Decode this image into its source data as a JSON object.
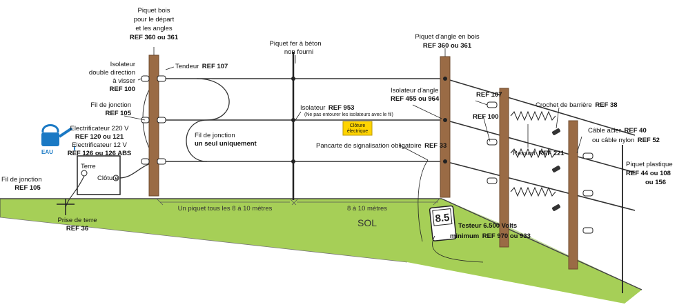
{
  "colors": {
    "ground": "#a6cf57",
    "ground_dark": "#8bbb3f",
    "post": "#9a6b45",
    "post_edge": "#6e4a2c",
    "wire": "#333333",
    "water": "#1a79c4",
    "sign": "#ffd400"
  },
  "icons": [
    "watering-can-icon",
    "tester-icon",
    "ground-rod-icon",
    "spring-icon",
    "insulator-icon"
  ],
  "labels": {
    "piquet_bois": [
      "Piquet bois",
      "pour le départ",
      "et les angles"
    ],
    "piquet_bois_ref": "REF 360 ou 361",
    "piquet_fer": "Piquet fer à béton",
    "non_fourni": "non fourni",
    "piquet_angle": "Piquet d'angle en bois",
    "piquet_angle_ref": "REF 360 ou 361",
    "isolateur_double": [
      "Isolateur",
      "double direction",
      "à visser"
    ],
    "isolateur_double_ref": "REF 100",
    "tendeur": "Tendeur",
    "tendeur_ref": "REF 107",
    "fil_jonction": "Fil de jonction",
    "fil_jonction_ref": "REF 105",
    "electrificateur_220": "Electrificateur 220 V",
    "electrificateur_220_ref": "REF 120 ou 121",
    "electrificateur_12": "Electrificateur 12 V",
    "electrificateur_12_ref": "REF 126 ou 126 ABS",
    "eau": "EAU",
    "terre": "Terre",
    "cloture": "Clôture",
    "fil_jonction_left": "Fil de jonction",
    "fil_jonction_left_ref": "REF 105",
    "prise_terre": "Prise de terre",
    "prise_terre_ref": "REF 36",
    "fil_jonction_mid": "Fil de jonction",
    "un_seul": "un seul uniquement",
    "isolateur_953": "Isolateur",
    "isolateur_953_ref": "REF 953",
    "ne_pas": "(Ne pas entourer les isolateurs avec le fil)",
    "sign_line1": "Clôture",
    "sign_line2": "électrique",
    "pancarte": "Pancarte de signalisation obligatoire",
    "pancarte_ref": "REF 33",
    "isolateur_angle": "Isolateur d'angle",
    "isolateur_angle_ref": "REF 455 ou 964",
    "ref_107": "REF 107",
    "ref_100": "REF 100",
    "crochet": "Crochet de barrière",
    "crochet_ref": "REF 38",
    "ressort": "Ressort",
    "ressort_ref": "REF 221",
    "cable_acier": "Câble acier",
    "cable_acier_ref": "REF 40",
    "cable_nylon": "ou câble nylon",
    "cable_nylon_ref": "REF 52",
    "piquet_plastique": "Piquet plastique",
    "piquet_plastique_ref1": "REF 44 ou 108",
    "piquet_plastique_ref2": "ou 156",
    "un_piquet": "Un piquet tous les 8 à 10 mètres",
    "huit_dix": "8 à 10 mètres",
    "sol": "SOL",
    "tester_value": "8.5",
    "testeur": "Testeur 6.500 Volts",
    "minimum": "minimum",
    "testeur_ref": "REF 970 ou 933"
  }
}
